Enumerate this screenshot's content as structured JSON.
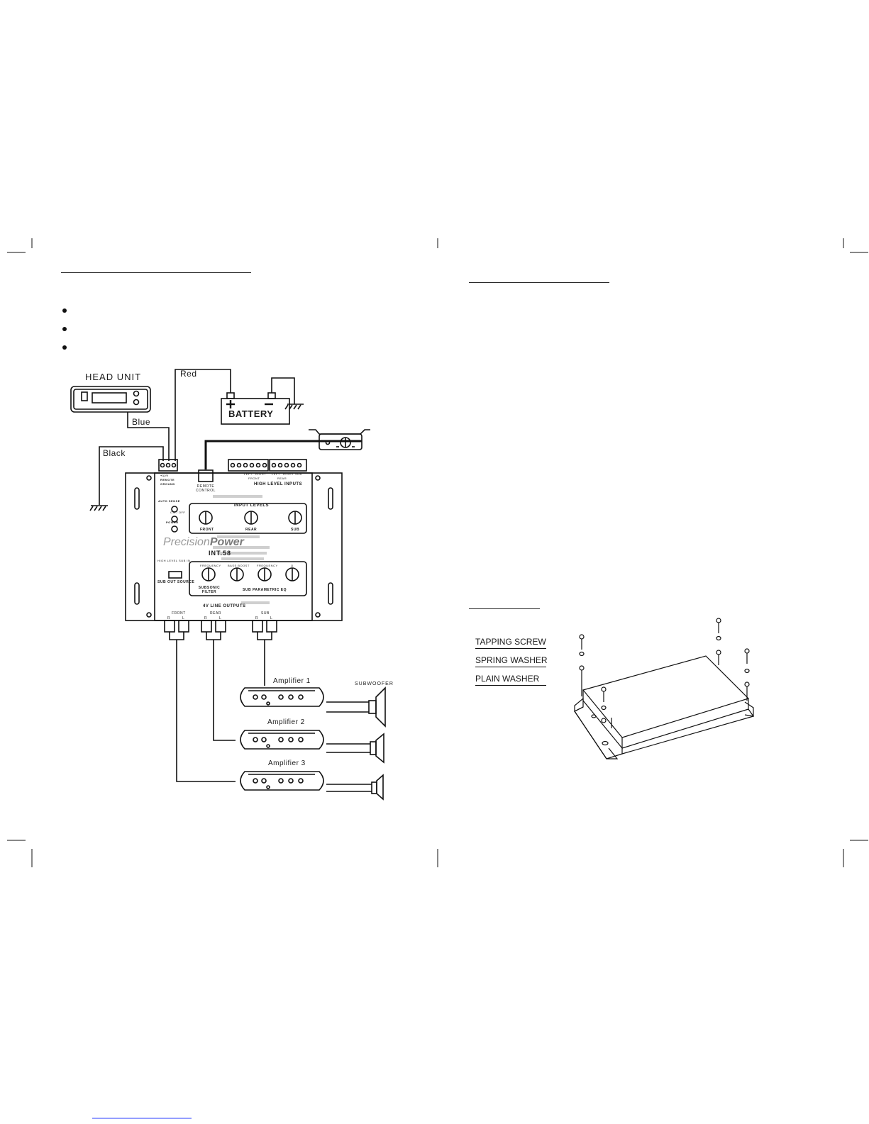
{
  "left_page": {
    "head_unit_label": "HEAD UNIT",
    "battery_label": "BATTERY",
    "wire_red": "Red",
    "wire_blue": "Blue",
    "wire_black": "Black",
    "power_terminal_labels": [
      "+12V",
      "REMOTE",
      "GROUND"
    ],
    "remote_control_label": "REMOTE CONTROL",
    "high_level_inputs_label": "HIGH LEVEL INPUTS",
    "hl_front_labels": [
      "LEFT",
      "RIGHT",
      "FRONT"
    ],
    "hl_rear_labels": [
      "LEFT",
      "RIGHT",
      "REAR",
      "SUB"
    ],
    "auto_sense_label": "AUTO SENSE",
    "on_off_label": "ON / OFF",
    "power_label": "POWER",
    "input_levels_label": "INPUT LEVELS",
    "knob_labels": [
      "FRONT",
      "REAR",
      "SUB"
    ],
    "brand_a": "Precision",
    "brand_b": "Power",
    "model": "INT.58",
    "sub_out_source_label": "SUB OUT SOURCE",
    "hl_sub_in_label": "HIGH LEVEL SUB IN",
    "subsonic_filter_label": "SUBSONIC FILTER",
    "frequency_label": "FREQUENCY",
    "bass_boost_label": "BASS BOOST",
    "q_label": "Q",
    "sub_parametric_eq_label": "SUB PARAMETRIC EQ",
    "line_outputs_label": "4V LINE OUTPUTS",
    "output_groups": [
      "FRONT",
      "REAR",
      "SUB"
    ],
    "rl_labels": [
      "R",
      "L"
    ],
    "amplifiers": [
      "Amplifier 1",
      "Amplifier 2",
      "Amplifier 3"
    ],
    "subwoofer_label": "SUBWOOFER"
  },
  "right_page": {
    "hardware_labels": [
      "TAPPING SCREW",
      "SPRING WASHER",
      "PLAIN WASHER"
    ]
  },
  "colors": {
    "ink": "#1a1a1a",
    "link_blue": "#2a3cff"
  }
}
